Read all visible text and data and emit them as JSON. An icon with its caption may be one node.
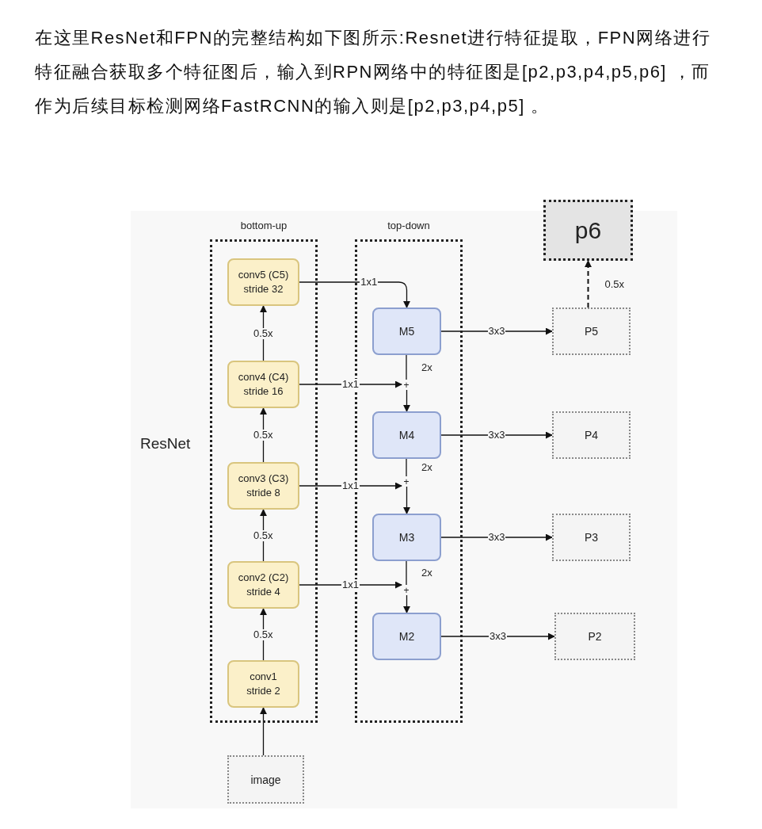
{
  "diagram": {
    "nodes": [
      {
        "text": [
          "bottom-up"
        ]
      },
      {
        "text": [
          "conv5 (C5) stride 32"
        ],
        "in": 0
      },
      {
        "text": [
          "conv4 (C4) stride 16"
        ],
        "in": 0
      },
      {
        "text": [
          "conv3 (C3) stride 8"
        ],
        "in": 0
      },
      {
        "text": [
          "conv2 (C2) stride 4"
        ],
        "in": 0
      },
      {
        "text": [
          "conv1 stride 2"
        ],
        "in": 0
      },
      {
        "text": [
          "top-down"
        ]
      },
      {
        "text": [
          "M5"
        ],
        "in": 6
      },
      {
        "text": [
          "+"
        ],
        "in": 6
      },
      {
        "text": [
          "M4"
        ],
        "in": 6
      },
      {
        "text": [
          "+"
        ],
        "in": 6
      },
      {
        "text": [
          "M3"
        ],
        "in": 6
      },
      {
        "text": [
          "+"
        ],
        "in": 6
      },
      {
        "text": [
          "M2"
        ],
        "in": 6
      },
      {
        "text": [
          "p6"
        ]
      },
      {
        "text": [
          "P5"
        ]
      },
      {
        "text": [
          "P4"
        ]
      },
      {
        "text": [
          "P3"
        ]
      },
      {
        "text": [
          "P2"
        ]
      },
      {
        "text": [
          "image"
        ]
      }
    ],
    "edges": [
      {
        "from": 19,
        "to": 5,
        "arrow": "to"
      },
      {
        "from": 5,
        "to": 4,
        "arrow": "to",
        "label": "0.5x"
      },
      {
        "from": 4,
        "to": 3,
        "arrow": "to",
        "label": "0.5x"
      },
      {
        "from": 3,
        "to": 2,
        "arrow": "to",
        "label": "0.5x"
      },
      {
        "from": 2,
        "to": 1,
        "arrow": "to",
        "label": "0.5x"
      },
      {
        "from": 1,
        "to": 7,
        "arrow": "to",
        "label": "1x1"
      },
      {
        "from": 2,
        "to": 8,
        "arrow": "to",
        "label": "1x1"
      },
      {
        "from": 7,
        "to": 8,
        "arrow": "none",
        "label": "2x"
      },
      {
        "from": 8,
        "to": 9,
        "arrow": "to"
      },
      {
        "from": 3,
        "to": 10,
        "arrow": "to",
        "label": "1x1"
      },
      {
        "from": 9,
        "to": 10,
        "arrow": "none",
        "label": "2x"
      },
      {
        "from": 10,
        "to": 11,
        "arrow": "to"
      },
      {
        "from": 4,
        "to": 12,
        "arrow": "to",
        "label": "1x1"
      },
      {
        "from": 11,
        "to": 12,
        "arrow": "none",
        "label": "2x"
      },
      {
        "from": 12,
        "to": 13,
        "arrow": "to"
      },
      {
        "from": 7,
        "to": 15,
        "arrow": "to",
        "label": "3x3"
      },
      {
        "from": 9,
        "to": 16,
        "arrow": "to",
        "label": "3x3"
      },
      {
        "from": 11,
        "to": 17,
        "arrow": "to",
        "label": "3x3"
      },
      {
        "from": 13,
        "to": 18,
        "arrow": "to",
        "label": "3x3"
      },
      {
        "from": 15,
        "to": 14,
        "arrow": "to",
        "label": "0.5x",
        "style": "dashed"
      }
    ],
    "labels": [
      "在这里ResNet和FPN的完整结构如下图所示:Resnet进行特征提取，FPN网络进行特征融合获取多个特征图后，输入到RPN网络中的特征图是[p2,p3,p4,p5,p6] ，而作为后续目标检测网络FastRCNN的输入则是[p2,p3,p4,p5] 。",
      "ResNet"
    ]
  }
}
